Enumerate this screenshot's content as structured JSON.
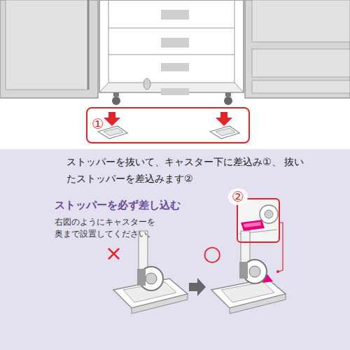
{
  "diagram": {
    "nodes": [
      {
        "text": [
          "ストッパーを抜いて、キャスター下に差込み①、 抜いたストッパーを差込みます②",
          "ストッパーを必ず差し込む",
          "右図のようにキャスターを 奥まで設置してください。"
        ]
      },
      {
        "text": [
          "①"
        ]
      },
      {
        "text": [
          "②"
        ],
        "in": 0
      }
    ],
    "labels": [
      "×",
      "○"
    ]
  }
}
